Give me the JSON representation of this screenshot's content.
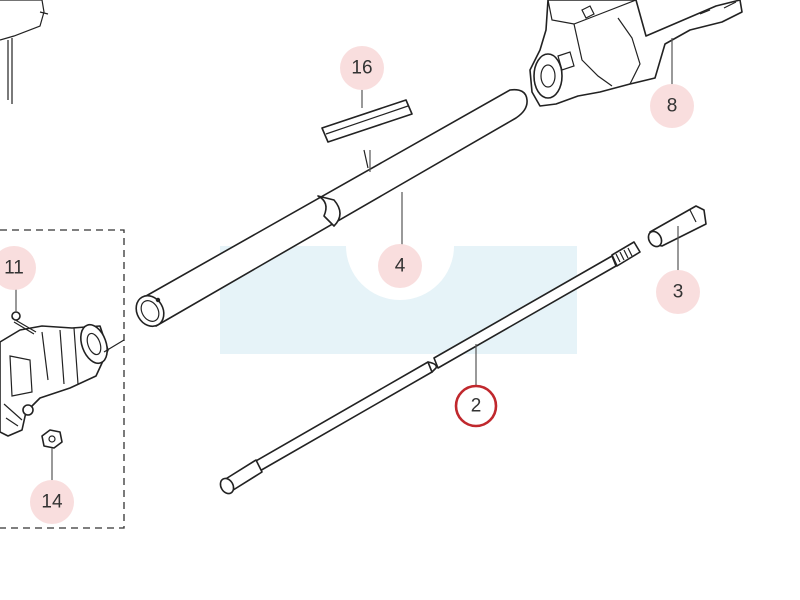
{
  "callouts": [
    {
      "id": "c16",
      "label": "16"
    },
    {
      "id": "c8",
      "label": "8"
    },
    {
      "id": "c4",
      "label": "4"
    },
    {
      "id": "c3",
      "label": "3"
    },
    {
      "id": "c11",
      "label": "11"
    },
    {
      "id": "c2",
      "label": "2",
      "selected": true
    },
    {
      "id": "c14",
      "label": "14"
    }
  ],
  "colors": {
    "callout_fill": "#f9dede",
    "selected_ring": "#c0282d",
    "watermark": "#e6f3f8",
    "line": "#222222"
  }
}
